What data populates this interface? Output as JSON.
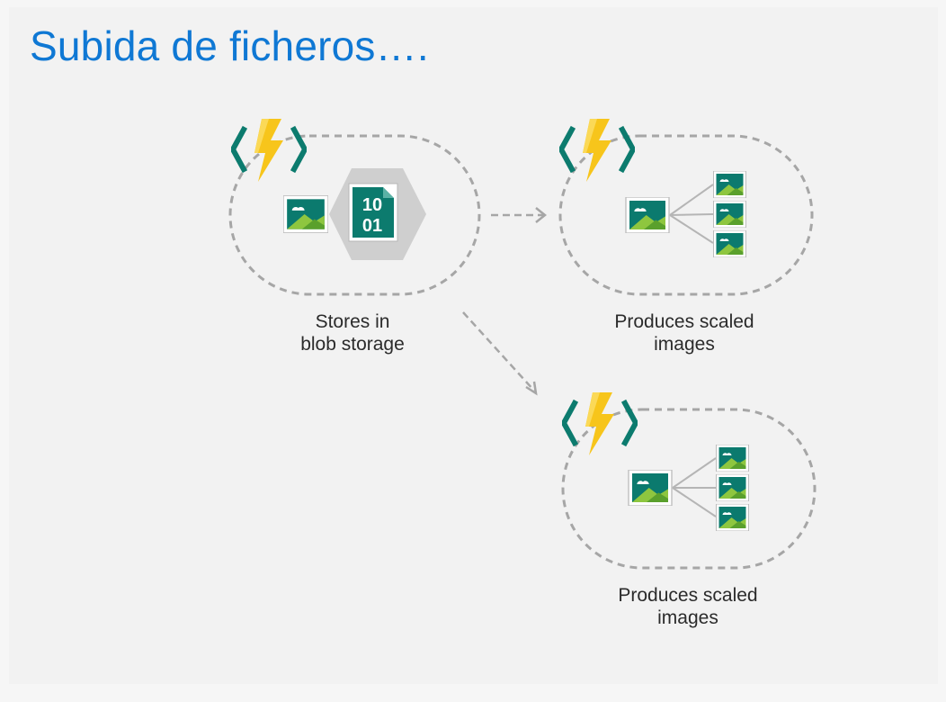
{
  "title": "Subida de ficheros….",
  "colors": {
    "title": "#0f78d4",
    "bolt": "#f7c51b",
    "bracket": "#0c7b6e",
    "image_bg": "#0b7a6e",
    "mountain": "#8ec63f",
    "hexagon": "#cfcfcf",
    "dashes": "#a6a6a6"
  },
  "nodes": [
    {
      "id": "store",
      "icons": [
        "function-app-icon",
        "image-icon",
        "blob-storage-icon"
      ],
      "blob_text_line1": "10",
      "blob_text_line2": "01",
      "caption_line1": "Stores in",
      "caption_line2": "blob storage"
    },
    {
      "id": "resize-1",
      "icons": [
        "function-app-icon",
        "image-icon",
        "scaled-image-icon"
      ],
      "caption_line1": "Produces scaled",
      "caption_line2": "images"
    },
    {
      "id": "resize-2",
      "icons": [
        "function-app-icon",
        "image-icon",
        "scaled-image-icon"
      ],
      "caption_line1": "Produces scaled",
      "caption_line2": "images"
    }
  ],
  "edges": [
    {
      "from": "store",
      "to": "resize-1"
    },
    {
      "from": "store",
      "to": "resize-2"
    }
  ]
}
